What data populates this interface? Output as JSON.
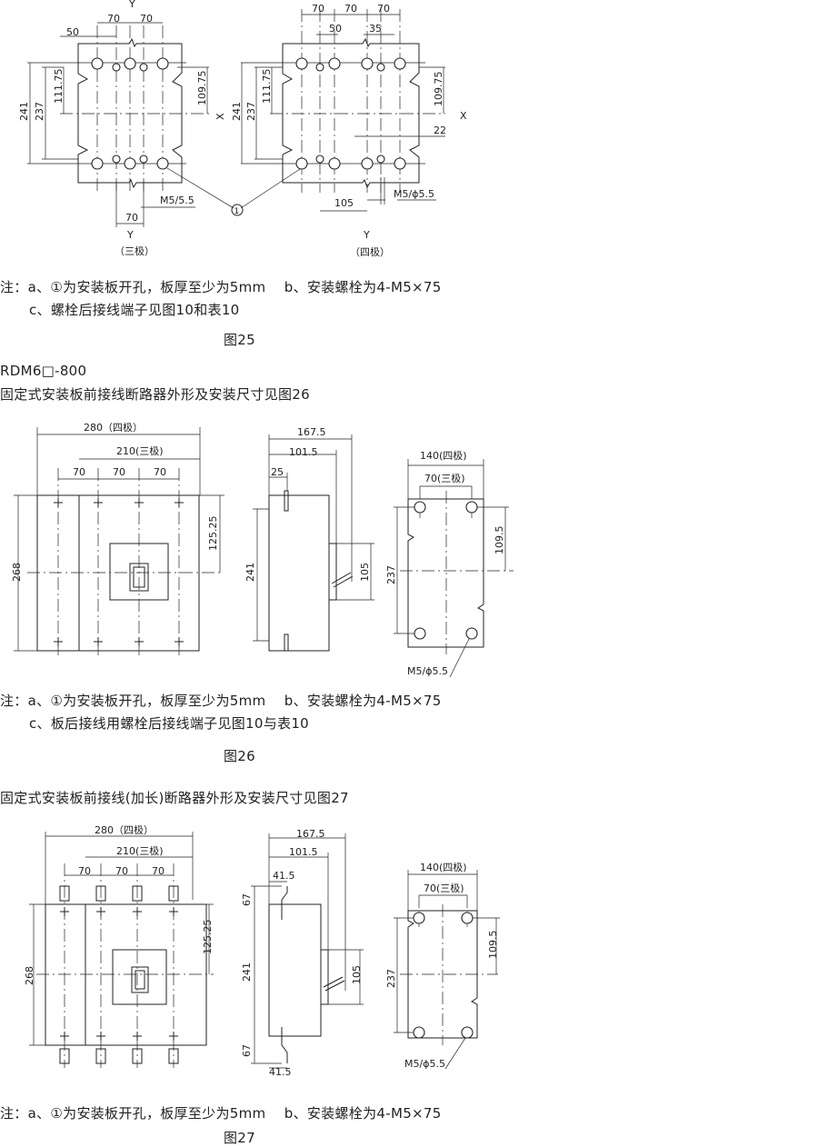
{
  "fig25": {
    "three_pole": {
      "y_top": "Y",
      "d70a": "70",
      "d70b": "70",
      "d50": "50",
      "d241": "241",
      "d237": "237",
      "d111_75": "111.75",
      "d109_75": "109.75",
      "m5": "M5/5.5",
      "d70c": "70",
      "y_bottom": "Y",
      "label": "（三极）"
    },
    "four_pole": {
      "d70a": "70",
      "d70b": "70",
      "d70c": "70",
      "d50": "50",
      "d35": "35",
      "x_left": "X",
      "x_right": "X",
      "d241": "241",
      "d237": "237",
      "d111_75": "111.75",
      "d109_75": "109.75",
      "d22": "22",
      "d105": "105",
      "m5": "M5/ϕ5.5",
      "y_bottom": "Y",
      "label": "（四极）"
    },
    "callout": "1",
    "note_line1": "注：a、①为安装板开孔，板厚至少为5mm　 b、安装螺栓为4-M5×75",
    "note_line2": "c、螺栓后接线端子见图10和表10",
    "caption": "图25"
  },
  "section_model": "RDM6□-800",
  "fig26": {
    "heading": "固定式安装板前接线断路器外形及安装尺寸见图26",
    "front": {
      "d280": "280（四极）",
      "d210": "210(三极)",
      "d70a": "70",
      "d70b": "70",
      "d70c": "70",
      "d268": "268",
      "d125_25": "125.25"
    },
    "side": {
      "d167_5": "167.5",
      "d101_5": "101.5",
      "d25": "25",
      "d241": "241",
      "d105": "105"
    },
    "mount": {
      "d140": "140(四极)",
      "d70": "70(三极)",
      "d109_5": "109.5",
      "d237": "237",
      "m5": "M5/ϕ5.5"
    },
    "note_line1": "注：a、①为安装板开孔，板厚至少为5mm　 b、安装螺栓为4-M5×75",
    "note_line2": "c、板后接线用螺栓后接线端子见图10与表10",
    "caption": "图26"
  },
  "fig27": {
    "heading": "固定式安装板前接线(加长)断路器外形及安装尺寸见图27",
    "front": {
      "d280": "280（四极）",
      "d210": "210(三极)",
      "d70a": "70",
      "d70b": "70",
      "d70c": "70",
      "d268": "268",
      "d125_25": "125.25"
    },
    "side": {
      "d167_5": "167.5",
      "d101_5": "101.5",
      "d41_5a": "41.5",
      "d67a": "67",
      "d241": "241",
      "d105": "105",
      "d67b": "67",
      "d41_5b": "41.5"
    },
    "mount": {
      "d140": "140(四极)",
      "d70": "70(三极)",
      "d109_5": "109.5",
      "d237": "237",
      "m5": "M5/ϕ5.5"
    },
    "note_line1": "注：a、①为安装板开孔，板厚至少为5mm　 b、安装螺栓为4-M5×75",
    "caption": "图27"
  }
}
